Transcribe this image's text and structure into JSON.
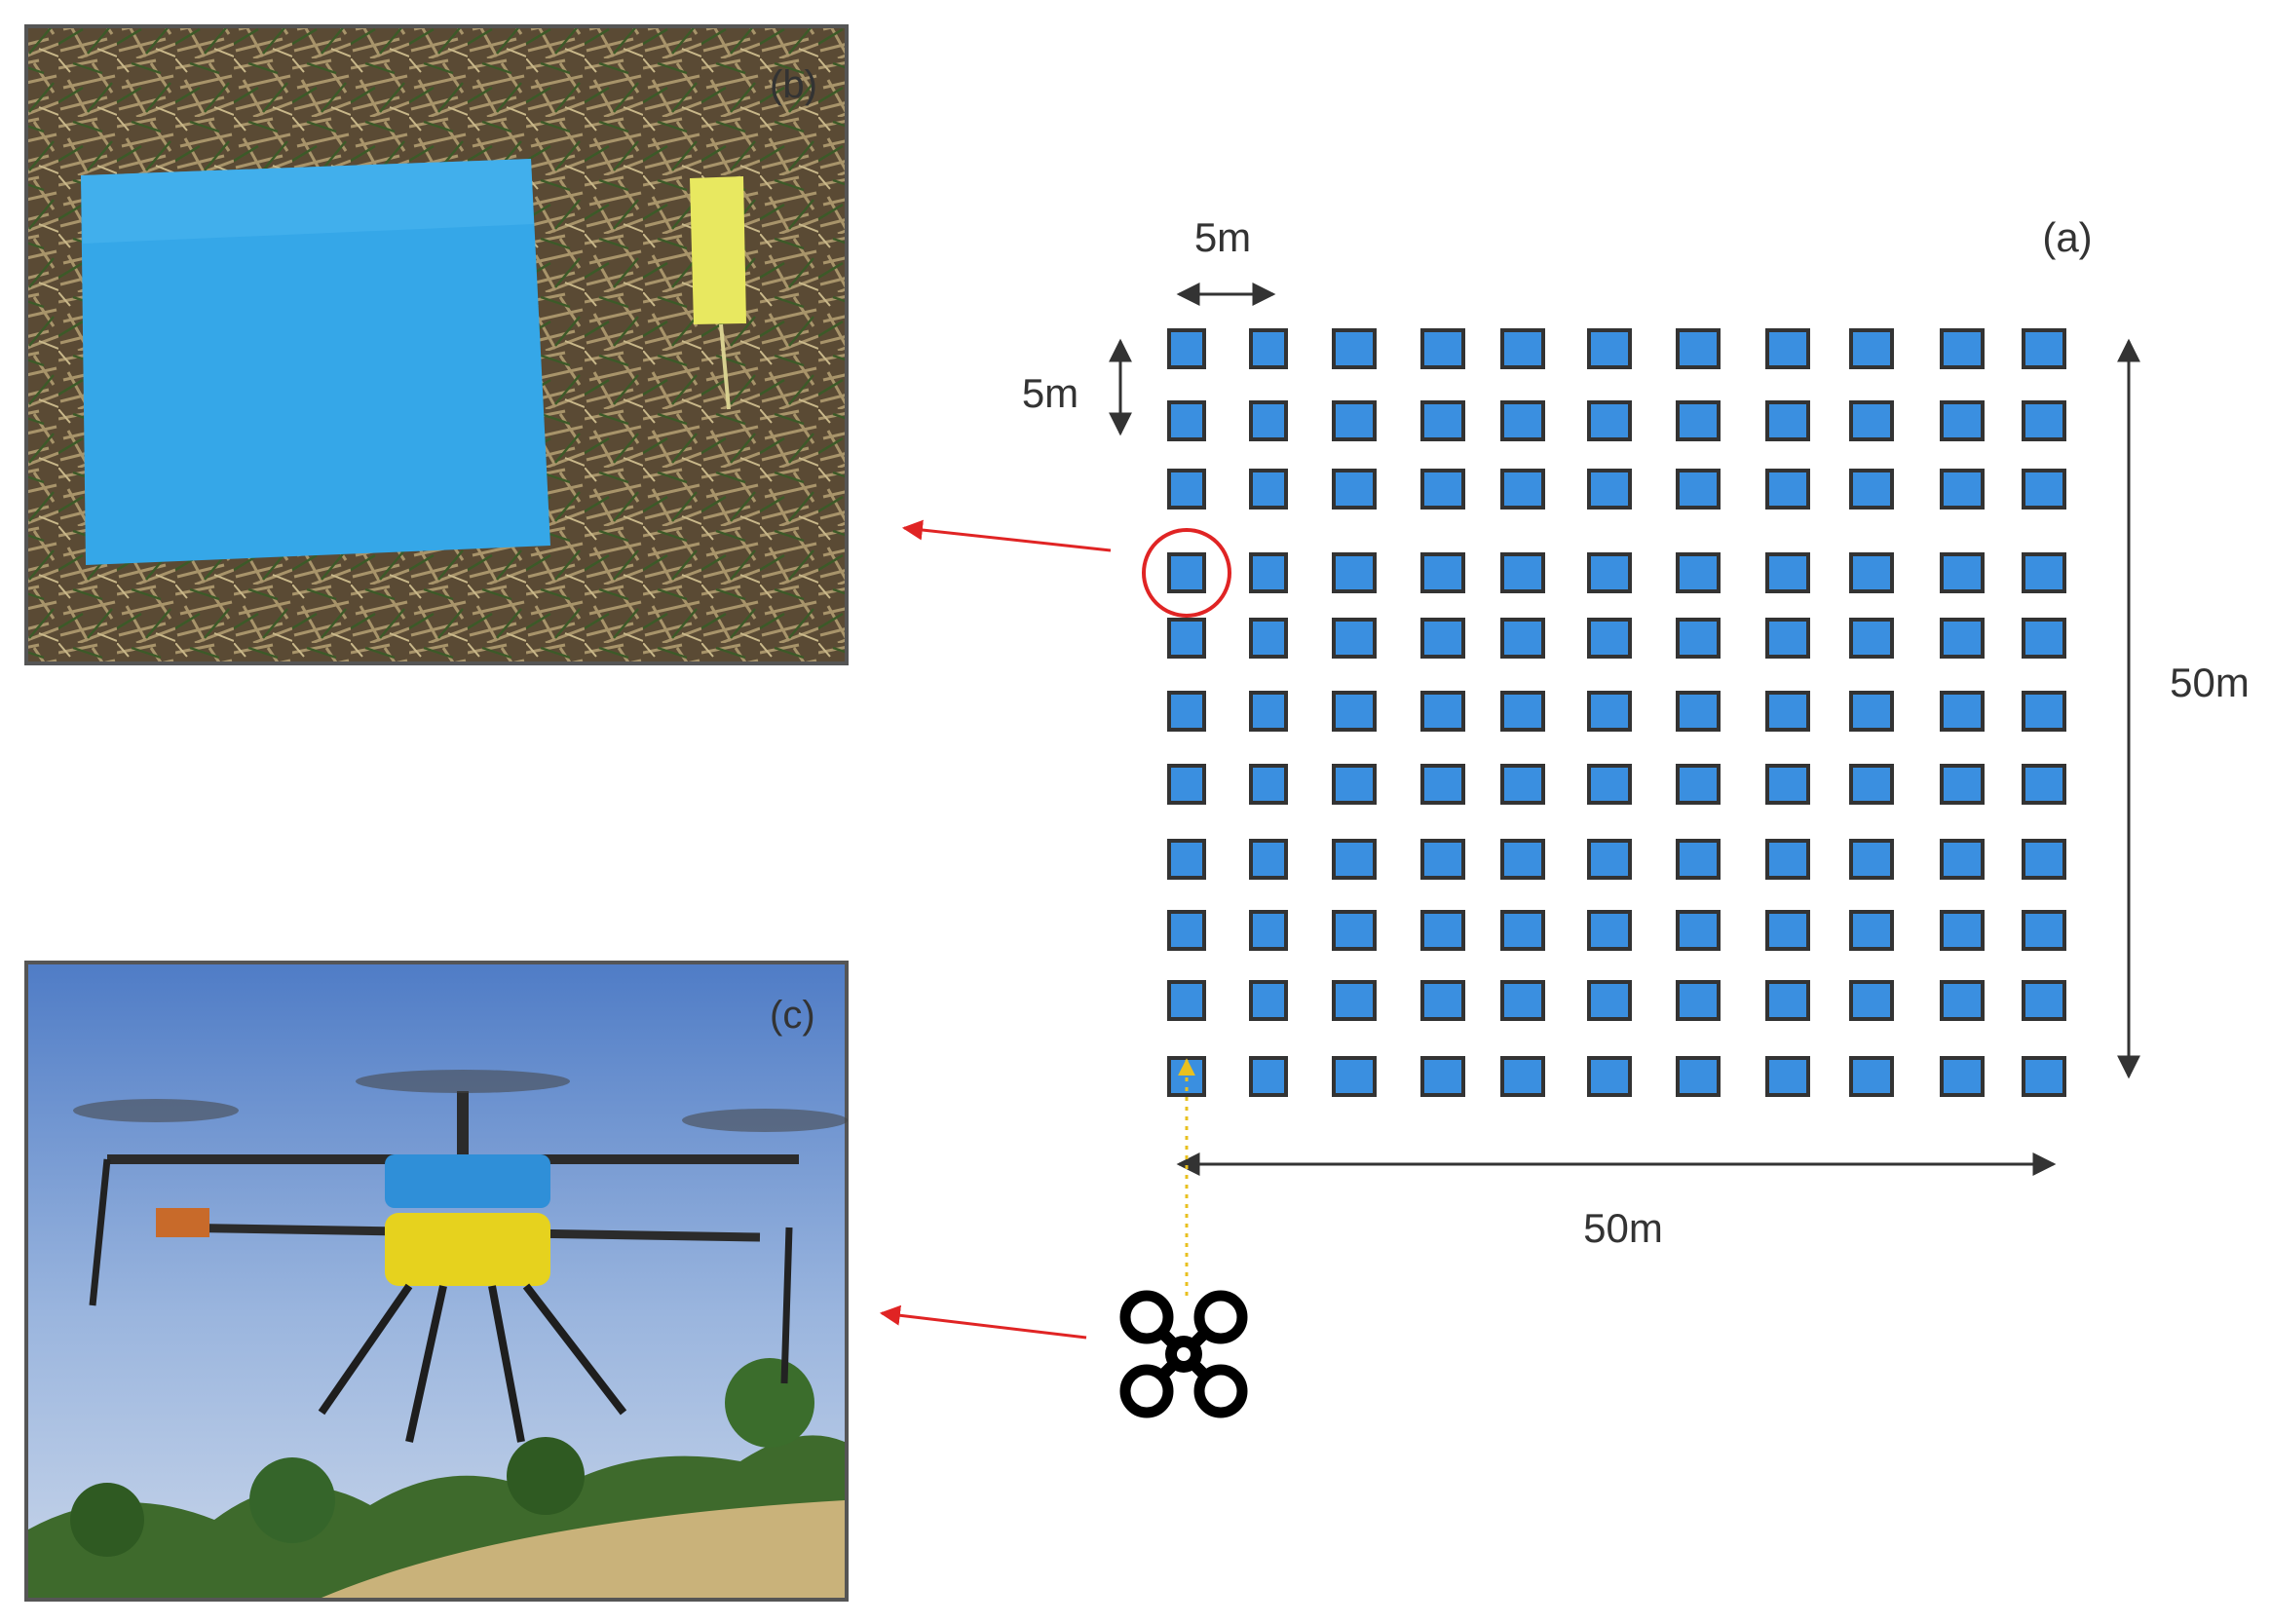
{
  "panel_b": {
    "label": "(b)",
    "description_icons": [
      "blue-card-icon",
      "yellow-tag-icon"
    ]
  },
  "panel_c": {
    "label": "(c)",
    "description_icons": [
      "spray-drone-photo"
    ]
  },
  "panel_a": {
    "label": "(a)",
    "grid": {
      "rows": 11,
      "cols": 11
    },
    "spacing_horizontal_label": "5m",
    "spacing_vertical_label": "5m",
    "width_label": "50m",
    "height_label": "50m",
    "highlighted_card": {
      "row": 3,
      "col": 0
    },
    "drone_icon": "drone-icon"
  },
  "colors": {
    "card_fill": "#3a8fe0",
    "card_stroke": "#333333",
    "highlight": "#e02424",
    "arrow": "#e02424",
    "flight_path": "#e8c020",
    "dimension_line": "#333333"
  }
}
